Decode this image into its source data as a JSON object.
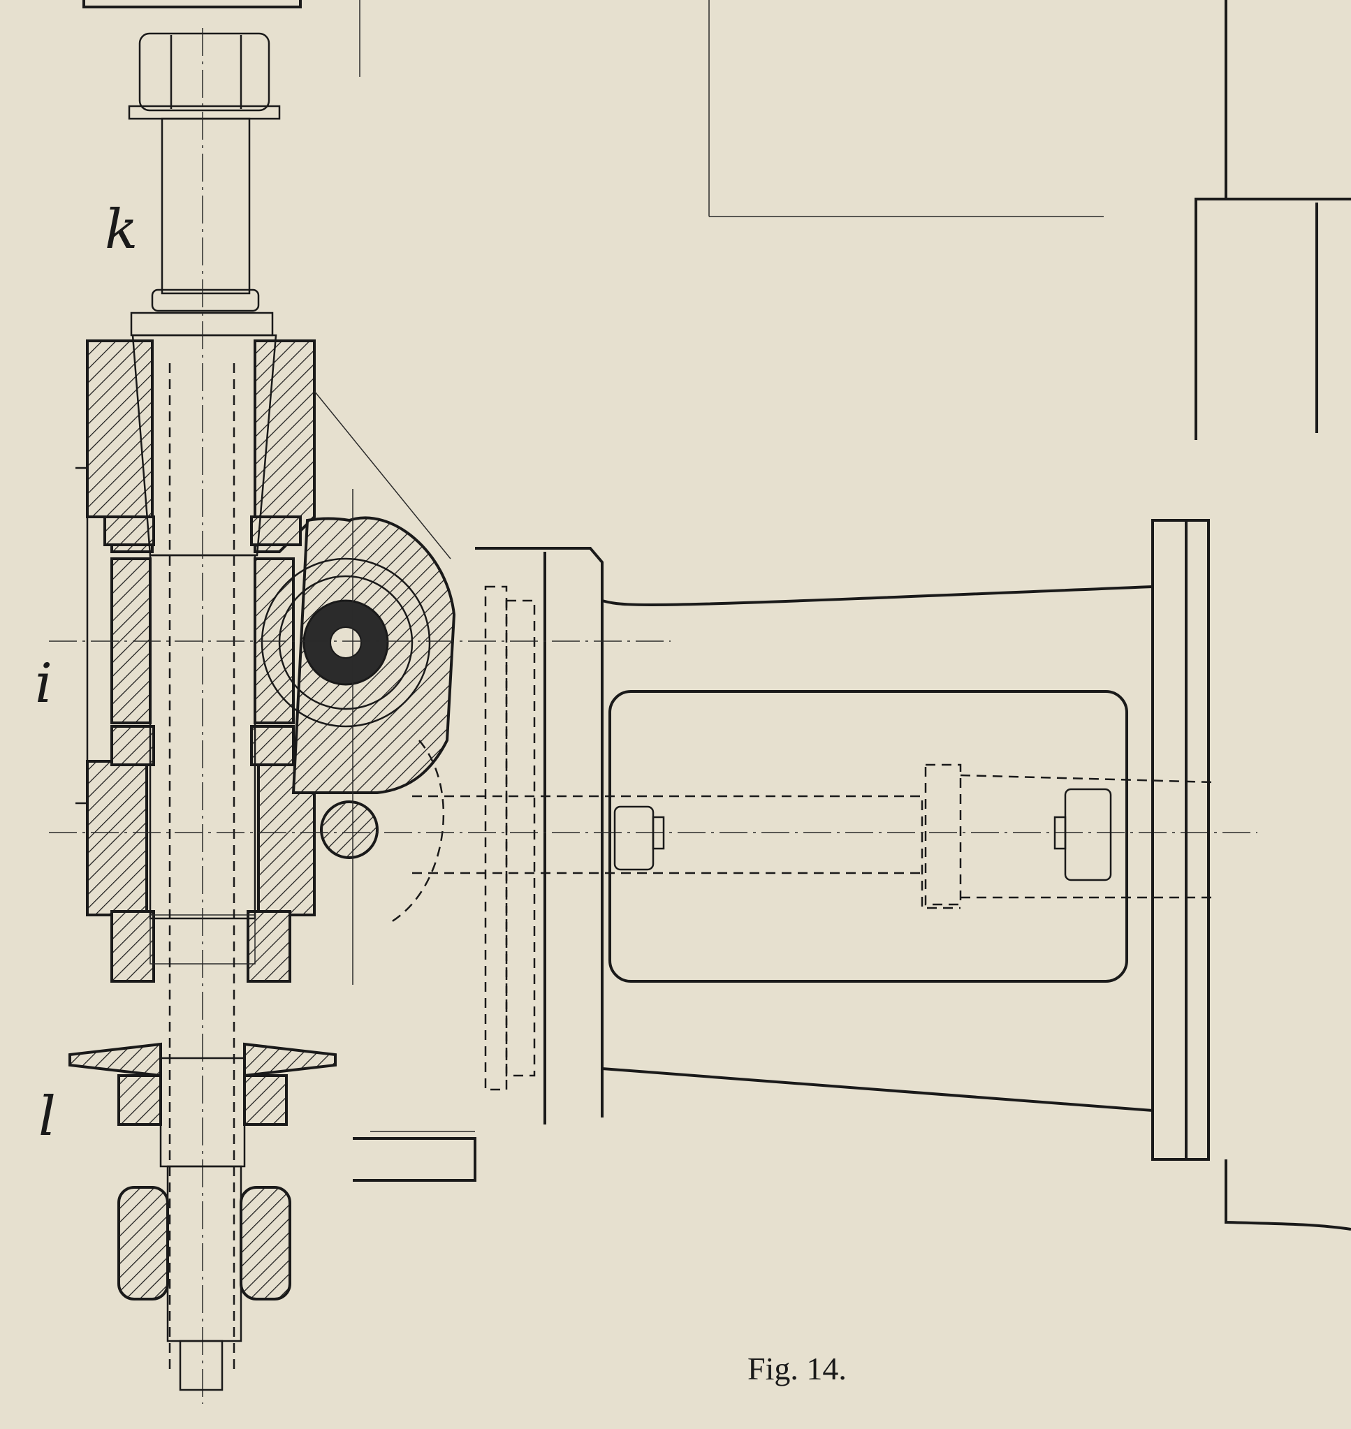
{
  "figure": {
    "caption": "Fig. 14."
  },
  "labels": {
    "k": "k",
    "i": "i",
    "l": "l"
  },
  "colors": {
    "paper": "#e6e0cf",
    "ink": "#1a1a1a"
  }
}
